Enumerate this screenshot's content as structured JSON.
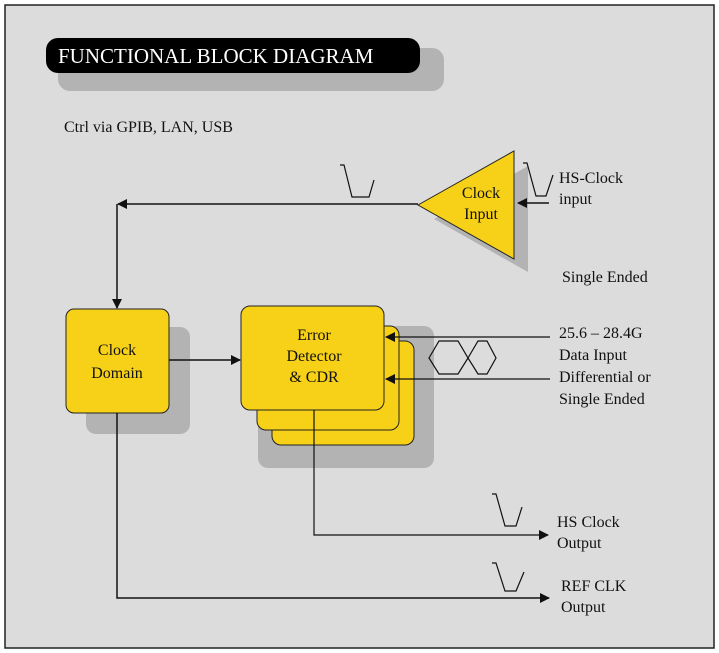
{
  "title": "FUNCTIONAL BLOCK DIAGRAM",
  "control_note": "Ctrl via GPIB, LAN, USB",
  "blocks": {
    "clock_input": [
      "Clock",
      "Input"
    ],
    "clock_domain": [
      "Clock",
      "Domain"
    ],
    "error_detector": [
      "Error",
      "Detector",
      "& CDR"
    ]
  },
  "labels": {
    "hs_clock_input": [
      "HS-Clock",
      "input"
    ],
    "single_ended": "Single Ended",
    "data_input": [
      "25.6 – 28.4G",
      "Data Input",
      "Differential or",
      "Single Ended"
    ],
    "hs_clock_output": [
      "HS Clock",
      "Output"
    ],
    "ref_clk_output": [
      "REF CLK",
      "Output"
    ]
  },
  "colors": {
    "background": "#dcdcdc",
    "block_fill": "#f7d117",
    "shadow": "#b3b3b3",
    "title_bg": "#000000",
    "line": "#111111"
  }
}
